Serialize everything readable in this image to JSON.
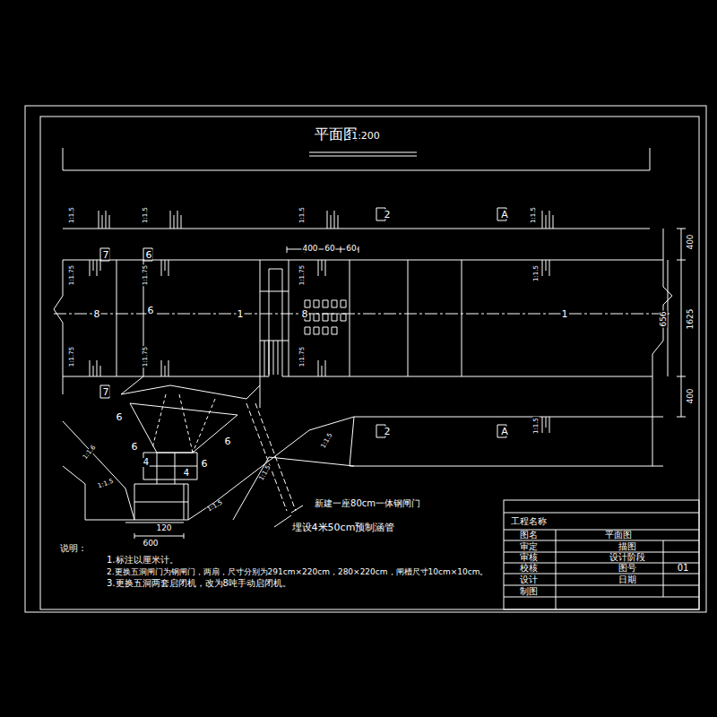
{
  "diagram": {
    "title": "平面图",
    "labels": [
      "1:200",
      "1:1.5",
      "1:1.5",
      "1:1.5",
      "1:1.5",
      "1:1.75",
      "1:1.75",
      "1:1.75",
      "1:1.5",
      "1:1.75",
      "1:1.75",
      "1:1.75",
      "1:1.5",
      "1:1.5",
      "1:1.5",
      "1:1.5",
      "1:1.5",
      "1:1.6",
      "2",
      "A",
      "7",
      "6",
      "8",
      "6",
      "1",
      "8",
      "1",
      "7",
      "2",
      "A",
      "6",
      "6",
      "6",
      "6",
      "4",
      "4",
      "400",
      "60",
      "60",
      "400",
      "1625",
      "656",
      "400",
      "120",
      "600",
      "新建一座80cm一体钢闸门",
      "埋设4米50cm预制涵管",
      "说明：",
      "1.标注以厘米计。",
      "2.更换五洞闸门为钢闸门，两扇，尺寸分别为291cm×220cm，280×220cm，闸槽尺寸10cm×10cm。",
      "3.更换五洞两套启闭机，改为8吨手动启闭机。",
      "工程名称",
      "图名",
      "平面图",
      "审定",
      "描图",
      "审核",
      "设计阶段",
      "校核",
      "图号",
      "01",
      "设计",
      "日期",
      "制图"
    ]
  }
}
